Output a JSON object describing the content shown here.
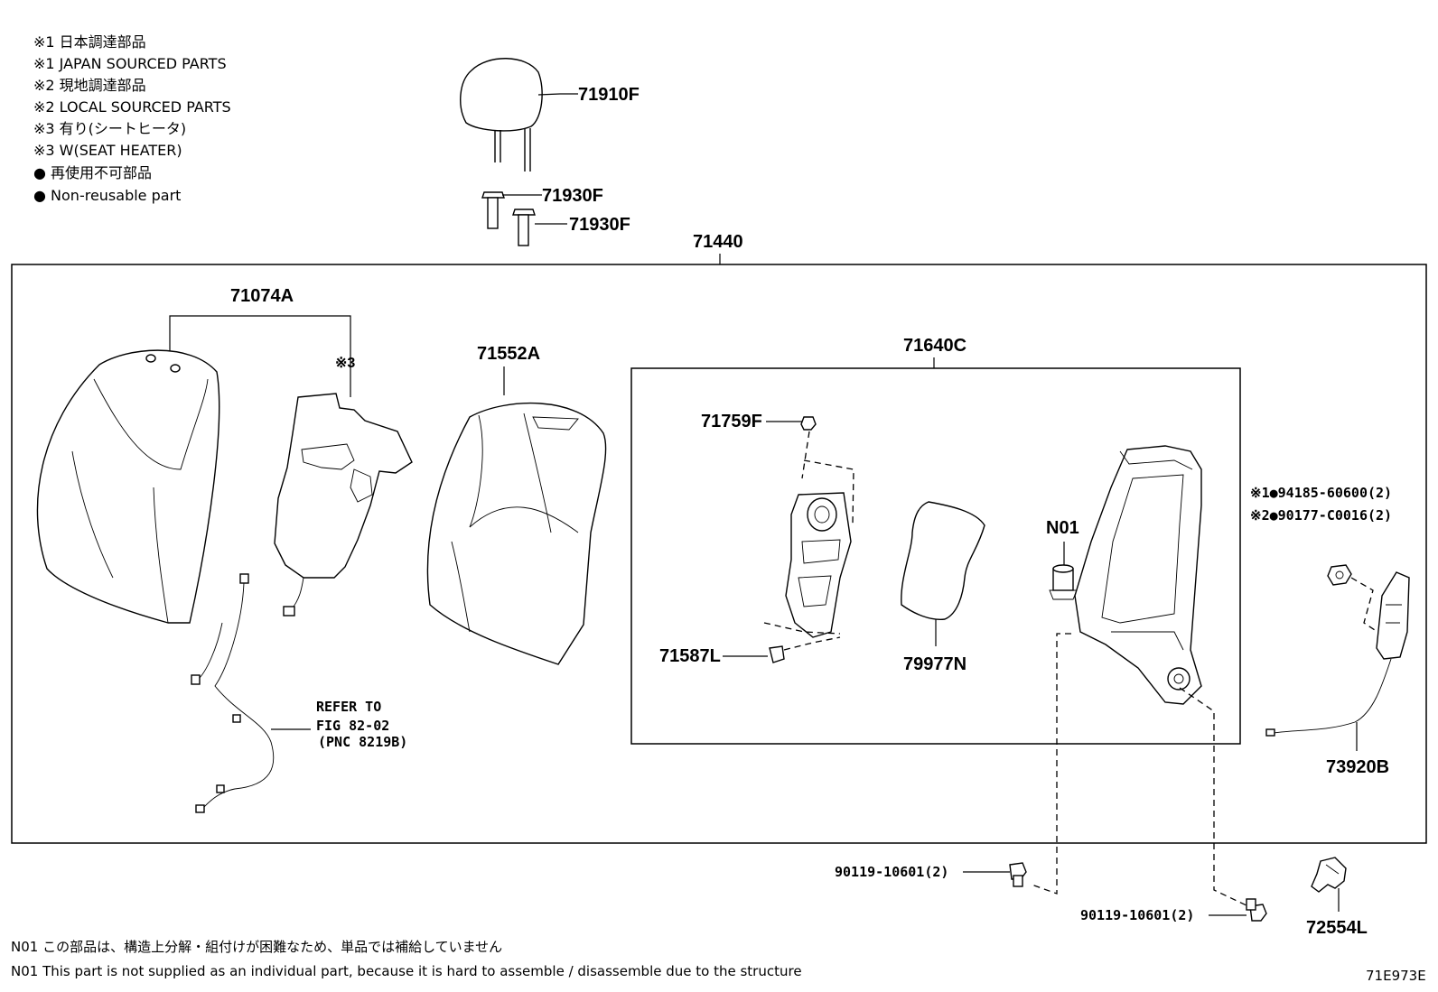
{
  "legend": [
    "※1 日本調達部品",
    "※1 JAPAN SOURCED PARTS",
    "※2 現地調達部品",
    "※2 LOCAL SOURCED PARTS",
    "※3 有り(シートヒータ)",
    "※3 W(SEAT HEATER)",
    "● 再使用不可部品",
    "● Non-reusable part"
  ],
  "parts": {
    "headrest": "71910F",
    "guide_1": "71930F",
    "guide_2": "71930F",
    "assembly": "71440",
    "cover": "71074A",
    "heater_note": "※3",
    "pad": "71552A",
    "frame": "71640C",
    "nut_top": "71759F",
    "clip": "71587L",
    "cushion_panel": "79977N",
    "n01": "N01",
    "nut_jp": "※1●94185-60600(2)",
    "nut_local": "※2●90177-C0016(2)",
    "harness": "73920B",
    "bolt_1": "90119-10601(2)",
    "bolt_2": "90119-10601(2)",
    "bracket": "72554L"
  },
  "refer": {
    "line1": "REFER TO",
    "line2": "FIG 82-02",
    "line3": "(PNC 8219B)"
  },
  "notes": {
    "jp": "N01 この部品は、構造上分解・組付けが困難なため、単品では補給していません",
    "en": "N01 This part is not supplied as an individual part, because it is hard to assemble / disassemble due to the structure"
  },
  "figure_id": "71E973E"
}
